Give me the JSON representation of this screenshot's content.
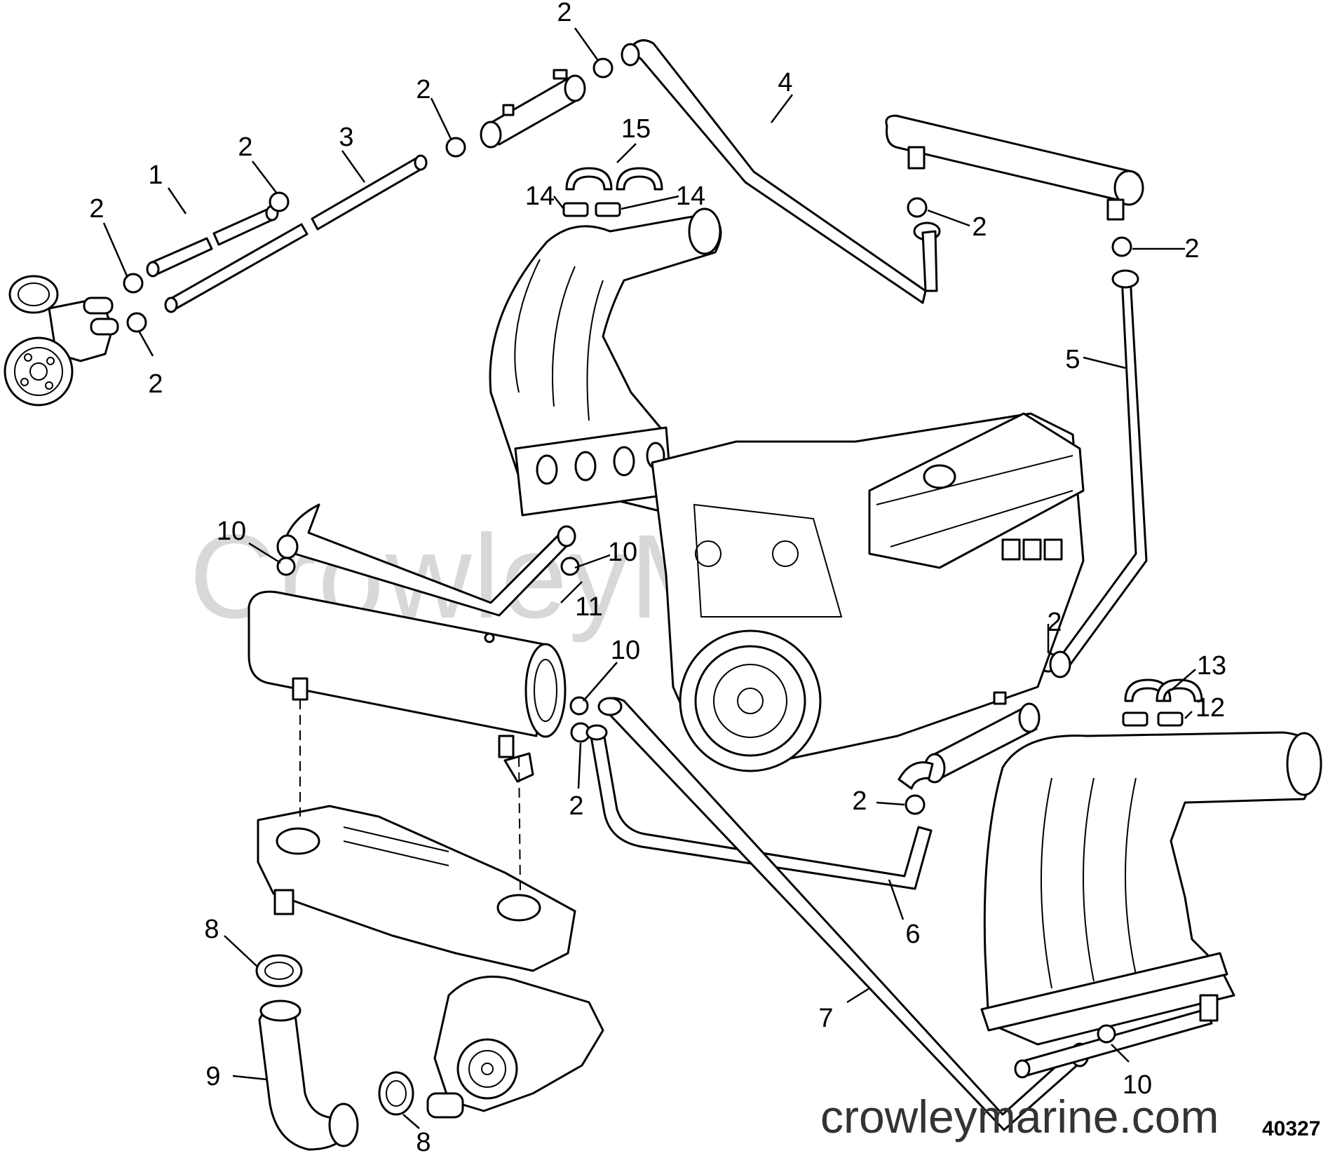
{
  "diagram": {
    "watermark": "CrowleyMarine",
    "website": "crowleymarine.com",
    "figure_number": "40327",
    "callouts": {
      "c1": "1",
      "c2": "2",
      "c3": "3",
      "c4": "4",
      "c5": "5",
      "c6": "6",
      "c7": "7",
      "c8": "8",
      "c9": "9",
      "c10": "10",
      "c11": "11",
      "c12": "12",
      "c13": "13",
      "c14": "14",
      "c15": "15"
    }
  }
}
